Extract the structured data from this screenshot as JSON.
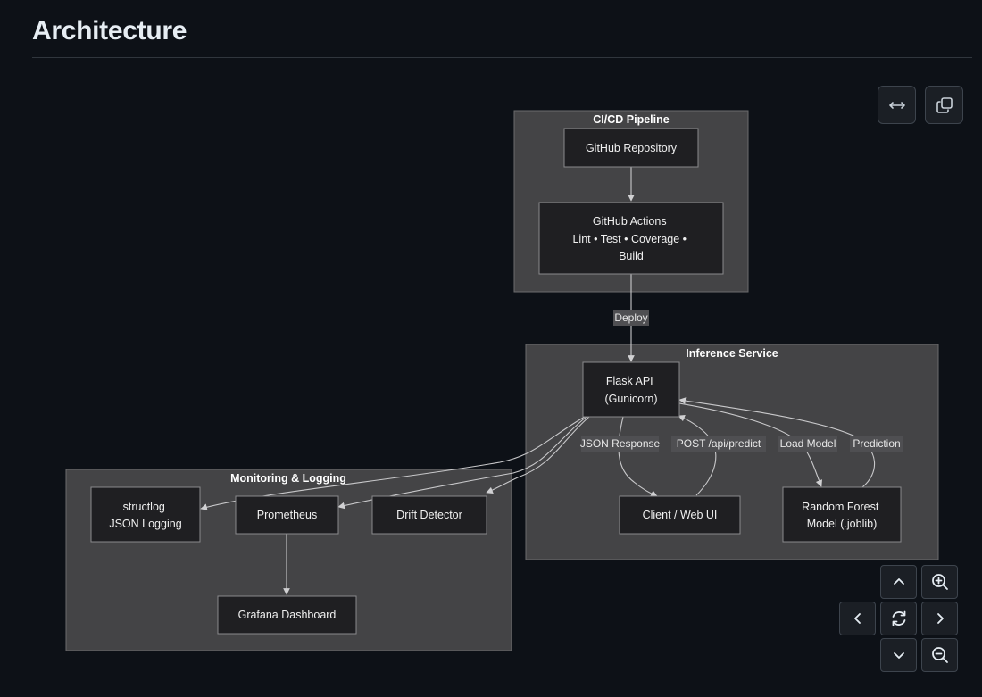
{
  "page": {
    "title": "Architecture"
  },
  "clusters": {
    "cicd": "CI/CD Pipeline",
    "inference": "Inference Service",
    "monitoring": "Monitoring & Logging"
  },
  "nodes": {
    "github_repo": [
      "GitHub Repository"
    ],
    "github_actions": [
      "GitHub Actions",
      "Lint • Test • Coverage •",
      "Build"
    ],
    "flask_api": [
      "Flask API",
      "(Gunicorn)"
    ],
    "client": [
      "Client / Web UI"
    ],
    "model": [
      "Random Forest",
      "Model (.joblib)"
    ],
    "structlog": [
      "structlog",
      "JSON Logging"
    ],
    "prometheus": [
      "Prometheus"
    ],
    "drift": [
      "Drift Detector"
    ],
    "grafana": [
      "Grafana Dashboard"
    ]
  },
  "edge_labels": {
    "deploy": "Deploy",
    "json_response": "JSON Response",
    "post_predict": "POST /api/predict",
    "load_model": "Load Model",
    "prediction": "Prediction"
  },
  "controls": {
    "toolbar": [
      "expand-icon",
      "copy-icon"
    ],
    "nav": [
      "pan-up-icon",
      "zoom-in-icon",
      "pan-left-icon",
      "reset-icon",
      "pan-right-icon",
      "pan-down-icon",
      "zoom-out-icon"
    ]
  }
}
